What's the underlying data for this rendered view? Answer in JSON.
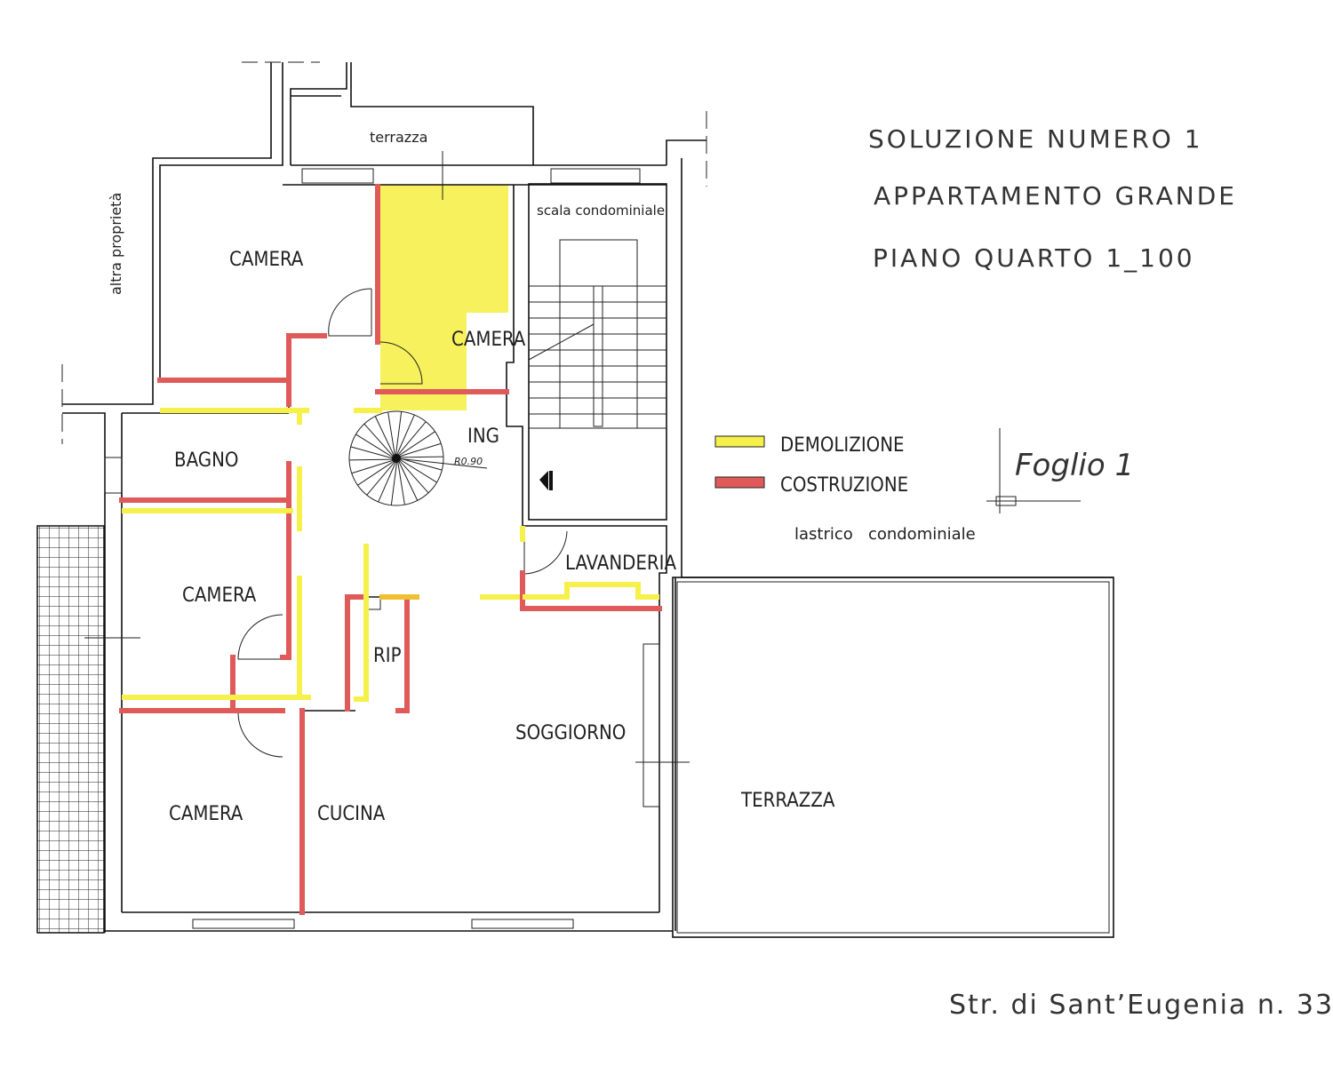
{
  "title": {
    "line1": "SOLUZIONE NUMERO 1",
    "line2": "APPARTAMENTO GRANDE",
    "line3": "PIANO QUARTO 1_100"
  },
  "legend": {
    "items": [
      {
        "label": "DEMOLIZIONE",
        "color": "#f5f04a"
      },
      {
        "label": "COSTRUZIONE",
        "color": "#e05a5a"
      }
    ]
  },
  "sheet": "Foglio 1",
  "address": "Str. di Sant’Eugenia n. 33",
  "annotations": {
    "terrazza_top": "terrazza",
    "altra_proprieta": "altra proprietà",
    "scala": "scala condominiale",
    "lastrico": "lastrico   condominiale",
    "radius": "R0.90"
  },
  "rooms": {
    "camera_top": "CAMERA",
    "camera_demolished": "CAMERA",
    "ing": "ING",
    "bagno": "BAGNO",
    "camera_mid": "CAMERA",
    "rip": "RIP",
    "lavanderia": "LAVANDERIA",
    "soggiorno": "SOGGIORNO",
    "camera_bottom": "CAMERA",
    "cucina": "CUCINA",
    "terrazza": "TERRAZZA"
  }
}
